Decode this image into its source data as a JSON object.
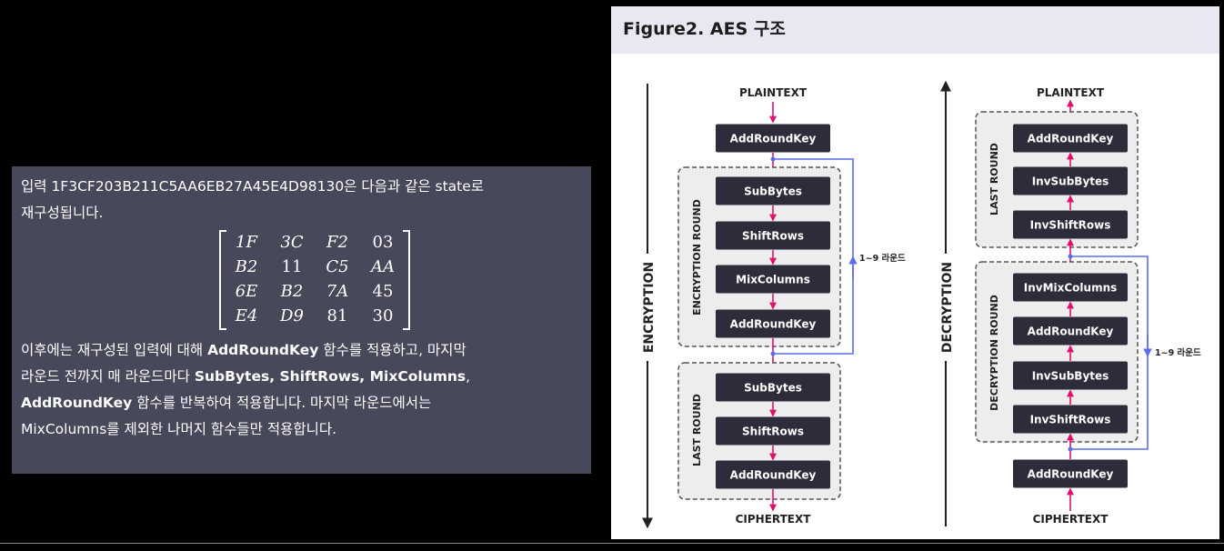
{
  "left": {
    "intro_1": "입력 1F3CF203B211C5AA6EB27A45E4D98130은 다음과 같은 state로",
    "intro_2": "재구성됩니다.",
    "matrix": [
      [
        "1F",
        "3C",
        "F2",
        "03"
      ],
      [
        "B2",
        "11",
        "C5",
        "AA"
      ],
      [
        "6E",
        "B2",
        "7A",
        "45"
      ],
      [
        "E4",
        "D9",
        "81",
        "30"
      ]
    ],
    "p1_a": "이후에는 재구성된 입력에 대해 ",
    "p1_b": "AddRoundKey",
    "p1_c": " 함수를 적용하고, 마지막",
    "p2_a": "라운드 전까지 매 라운드마다 ",
    "p2_b": "SubBytes",
    "p2_c": ", ",
    "p2_d": "ShiftRows",
    "p2_e": ", ",
    "p2_f": "MixColumns",
    "p2_g": ",",
    "p3_a": "AddRoundKey",
    "p3_b": " 함수를 반복하여 적용합니다. 마지막 라운드에서는",
    "p4": "MixColumns를 제외한 나머지 함수들만 적용합니다."
  },
  "figure": {
    "title": "Figure2. AES 구조",
    "colors": {
      "box": "#2d2c3a",
      "arrow": "#e0106e",
      "loop": "#5b6cf0",
      "group": "#ededed"
    },
    "encryption": {
      "side_label": "ENCRYPTION",
      "top": "PLAINTEXT",
      "bottom": "CIPHERTEXT",
      "initial": "AddRoundKey",
      "round_label": "ENCRYPTION ROUND",
      "round": [
        "SubBytes",
        "ShiftRows",
        "MixColumns",
        "AddRoundKey"
      ],
      "last_label": "LAST ROUND",
      "last": [
        "SubBytes",
        "ShiftRows",
        "AddRoundKey"
      ],
      "loop_label": "1~9 라운드"
    },
    "decryption": {
      "side_label": "DECRYPTION",
      "top": "PLAINTEXT",
      "bottom": "CIPHERTEXT",
      "last_label": "LAST ROUND",
      "last": [
        "AddRoundKey",
        "InvSubBytes",
        "InvShiftRows"
      ],
      "round_label": "DECRYPTION ROUND",
      "round": [
        "InvMixColumns",
        "AddRoundKey",
        "InvSubBytes",
        "InvShiftRows"
      ],
      "initial": "AddRoundKey",
      "loop_label": "1~9 라운드"
    }
  }
}
